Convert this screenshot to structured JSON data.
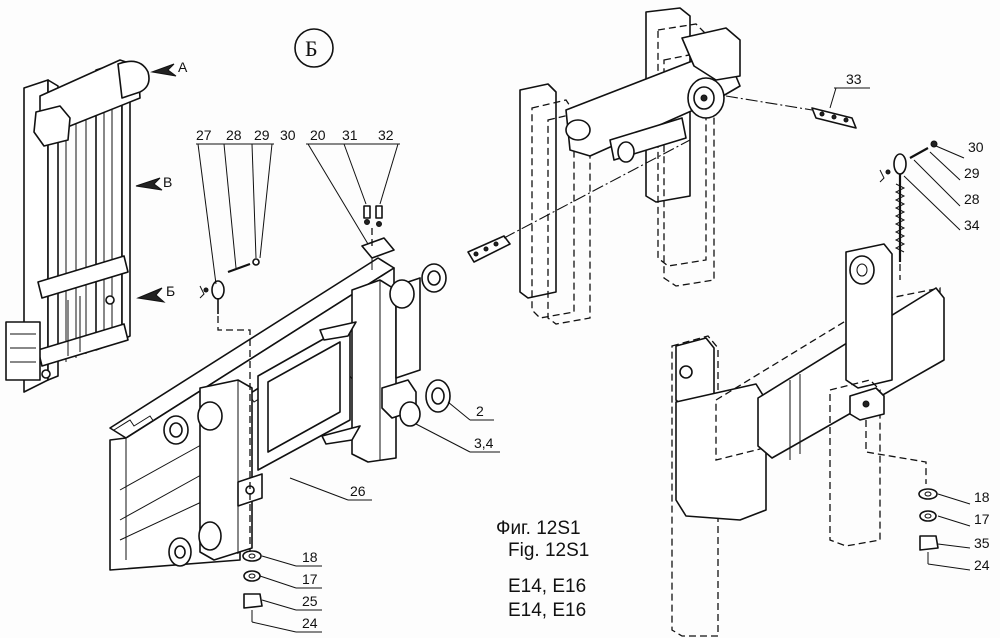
{
  "view_label": "Б",
  "arrows": [
    {
      "id": "a",
      "label": "A"
    },
    {
      "id": "b",
      "label": "B"
    },
    {
      "id": "v",
      "label": "Б"
    }
  ],
  "callouts": {
    "c27": "27",
    "c28a": "28",
    "c29a": "29",
    "c30a": "30",
    "c20": "20",
    "c31": "31",
    "c32": "32",
    "c33": "33",
    "c30b": "30",
    "c29b": "29",
    "c28b": "28",
    "c34": "34",
    "c2": "2",
    "c34b": "3,4",
    "c26": "26",
    "c18a": "18",
    "c17a": "17",
    "c25": "25",
    "c24a": "24",
    "c18b": "18",
    "c17b": "17",
    "c35": "35",
    "c24b": "24"
  },
  "caption": {
    "line1": "Фиг. 12S1",
    "line2": "Fig. 12S1",
    "line3": "E14, E16",
    "line4": "E14, E16"
  }
}
